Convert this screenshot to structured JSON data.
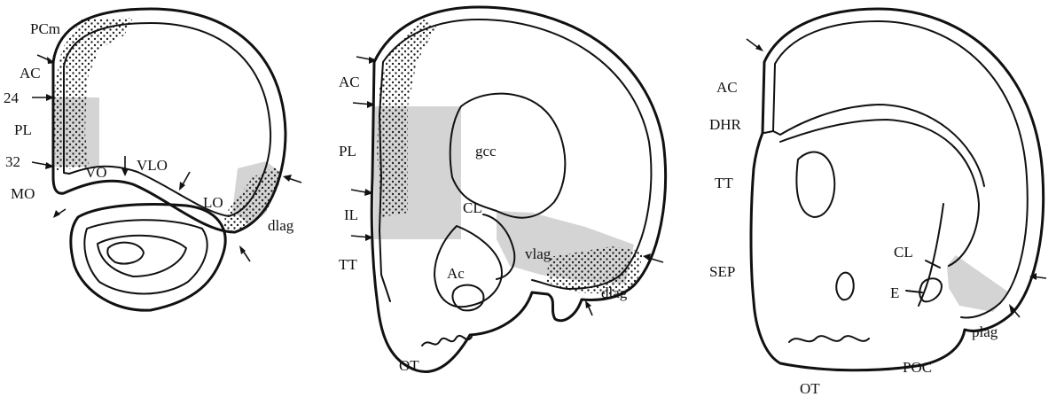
{
  "panels": [
    {
      "id": "rostral",
      "labels": {
        "PCm": "PCm",
        "AC": "AC",
        "n24": "24",
        "PL": "PL",
        "n32": "32",
        "MO": "MO",
        "VO": "VO",
        "VLO": "VLO",
        "LO": "LO",
        "dlag": "dlag"
      }
    },
    {
      "id": "middle",
      "labels": {
        "AC": "AC",
        "PL": "PL",
        "IL": "IL",
        "TT": "TT",
        "gcc": "gcc",
        "CL": "CL",
        "Ac": "Ac",
        "vlag": "vlag",
        "dlag": "dlag",
        "OT": "OT"
      }
    },
    {
      "id": "caudal",
      "labels": {
        "AC": "AC",
        "DHR": "DHR",
        "TT": "TT",
        "SEP": "SEP",
        "CL": "CL",
        "E": "E",
        "plag": "plag",
        "OT": "OT",
        "POC": "POC"
      }
    }
  ]
}
